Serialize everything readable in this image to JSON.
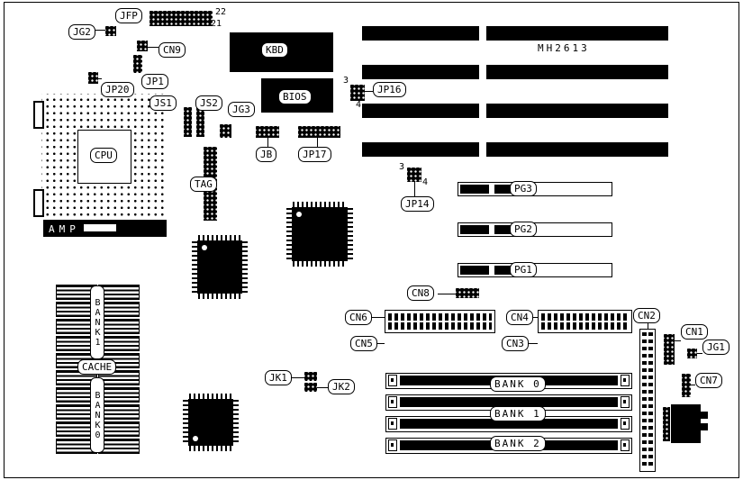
{
  "board": {
    "model": "MH2613",
    "callouts": {
      "jfp": "JFP",
      "jg2": "JG2",
      "cn9": "CN9",
      "jp1": "JP1",
      "jp20": "JP20",
      "js1": "JS1",
      "js2": "JS2",
      "jg3": "JG3",
      "kbd": "KBD",
      "bios": "BIOS",
      "jp16": "JP16",
      "jb": "JB",
      "jp17": "JP17",
      "jp14": "JP14",
      "cpu": "CPU",
      "tag": "TAG",
      "amp": "AMP",
      "pg3": "PG3",
      "pg2": "PG2",
      "pg1": "PG1",
      "cn8": "CN8",
      "cn6": "CN6",
      "cn5": "CN5",
      "cn4": "CN4",
      "cn3": "CN3",
      "cn2": "CN2",
      "cn1": "CN1",
      "jg1": "JG1",
      "cn7": "CN7",
      "jk1": "JK1",
      "jk2": "JK2",
      "simm_bank0": "BANK 0",
      "simm_bank1": "BANK 1",
      "simm_bank2": "BANK 2",
      "cache": "CACHE",
      "cache_bank1": "BANK1",
      "cache_bank0": "BANK0"
    },
    "pin_numbers": {
      "jfp_top": "22",
      "jfp_bottom": "21",
      "jp16_first": "3",
      "jp16_last": "4",
      "jp14_first": "3",
      "jp14_last": "4"
    }
  }
}
